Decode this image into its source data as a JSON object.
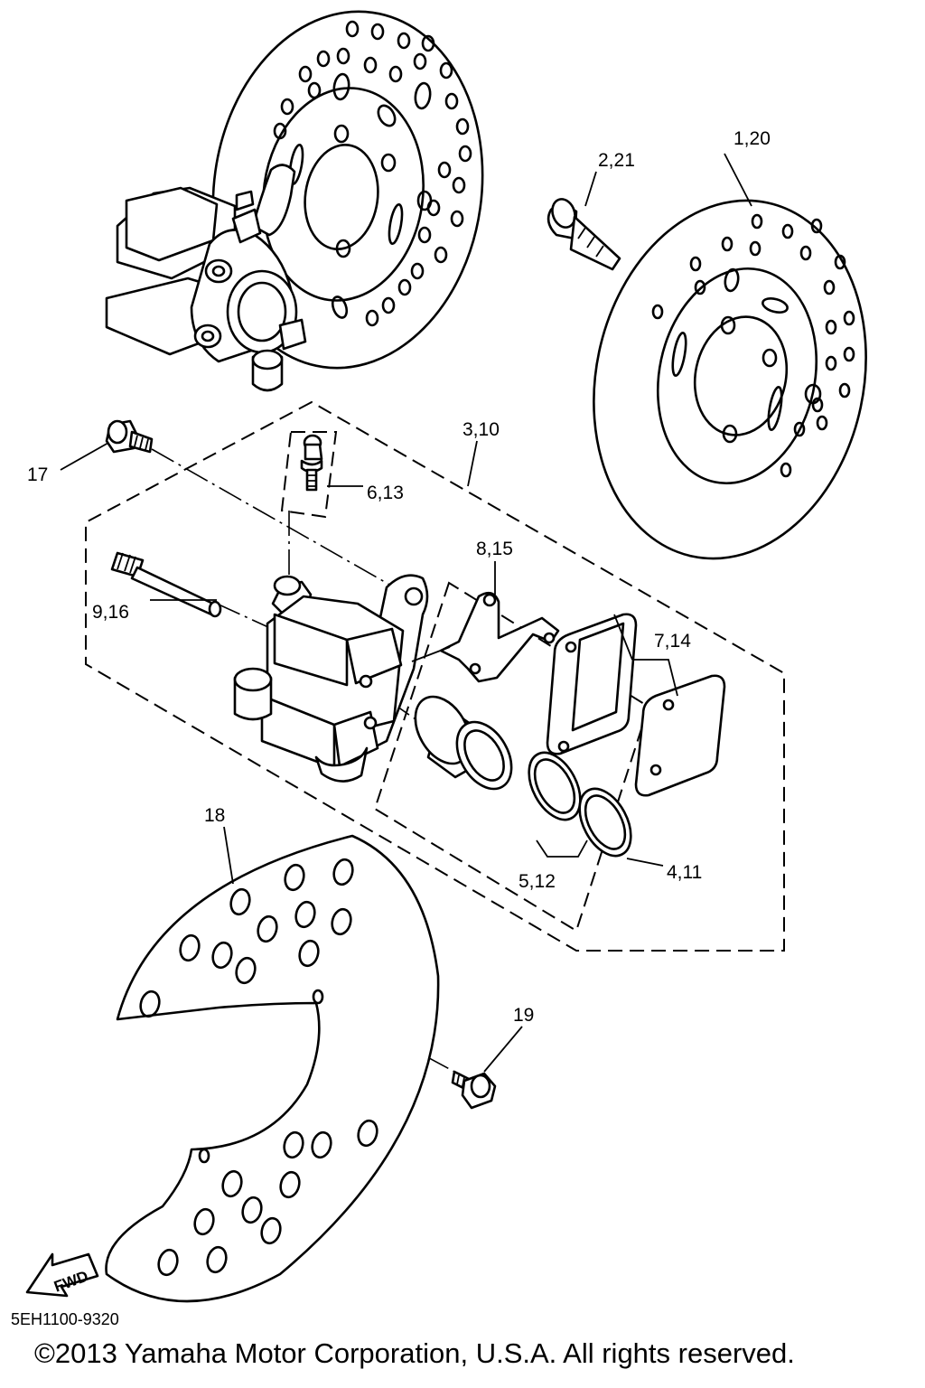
{
  "callouts": {
    "c1_20": "1,20",
    "c2_21": "2,21",
    "c3_10": "3,10",
    "c4_11": "4,11",
    "c5_12": "5,12",
    "c6_13": "6,13",
    "c7_14": "7,14",
    "c8_15": "8,15",
    "c9_16": "9,16",
    "c17": "17",
    "c18": "18",
    "c19": "19"
  },
  "fwd_marker": "FWD",
  "diagram_code": "5EH1100-9320",
  "copyright": "©2013 Yamaha Motor Corporation, U.S.A. All rights reserved."
}
